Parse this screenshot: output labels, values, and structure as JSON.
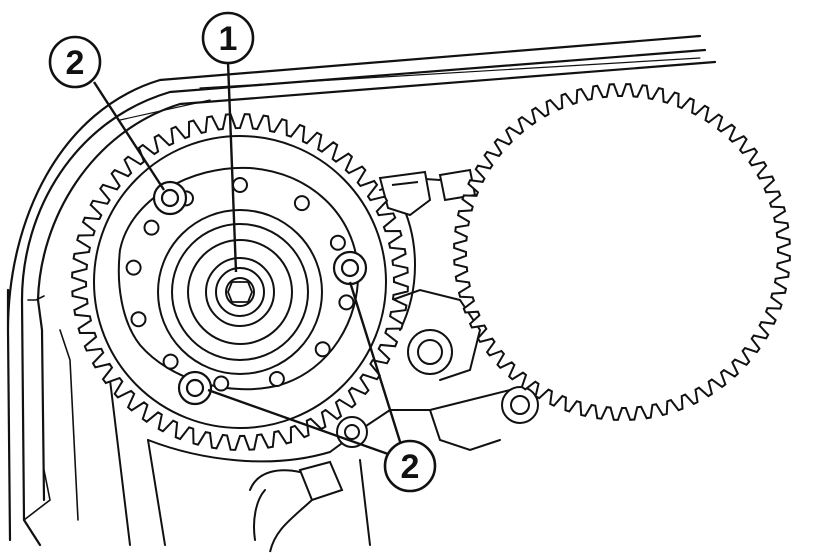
{
  "callouts": [
    {
      "id": "c1",
      "label": "1"
    },
    {
      "id": "c2a",
      "label": "2"
    },
    {
      "id": "c2b",
      "label": "2"
    }
  ],
  "colors": {
    "line": "#111111",
    "background": "#ffffff"
  }
}
